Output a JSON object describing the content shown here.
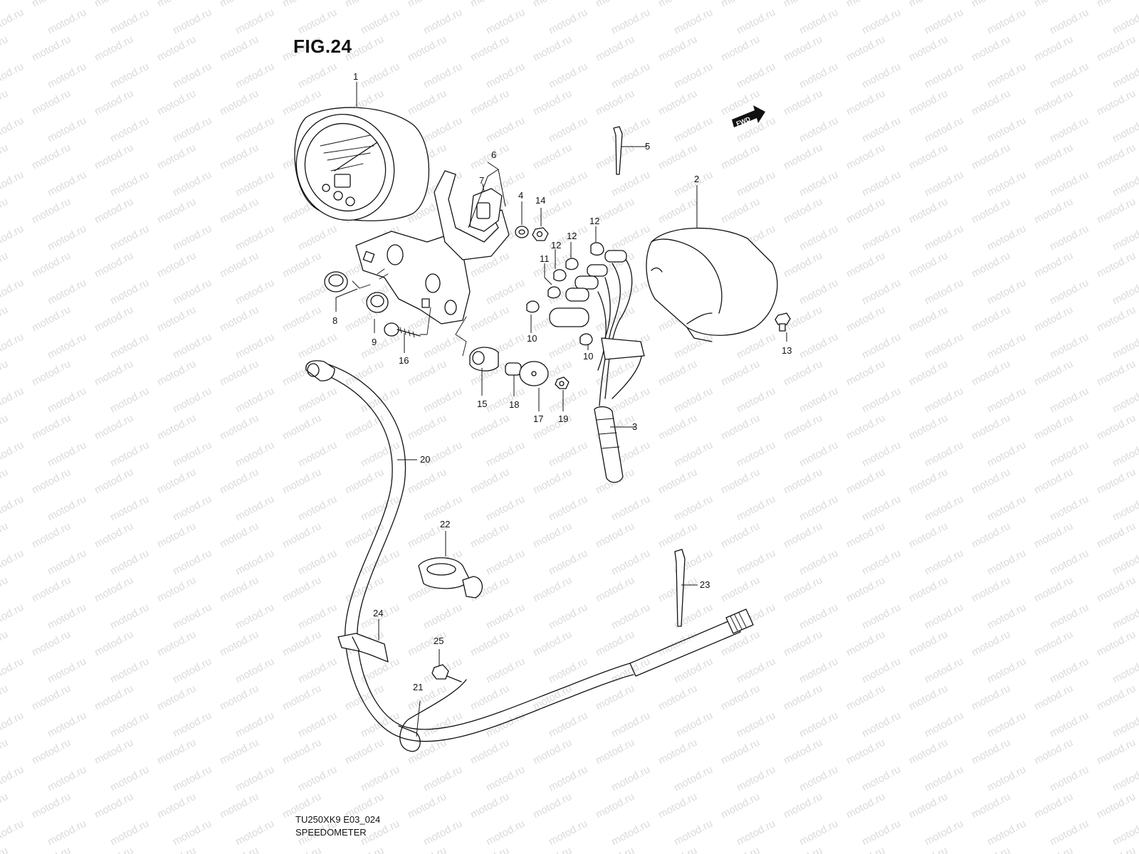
{
  "figure": {
    "title": "FIG.24",
    "model_code": "TU250XK9 E03_024",
    "section_name": "SPEEDOMETER",
    "fwd_label": "FWD"
  },
  "watermark": {
    "text": "motod.ru"
  },
  "callouts": [
    {
      "id": "1",
      "label": "1"
    },
    {
      "id": "2",
      "label": "2"
    },
    {
      "id": "3",
      "label": "3"
    },
    {
      "id": "4",
      "label": "4"
    },
    {
      "id": "5",
      "label": "5"
    },
    {
      "id": "6",
      "label": "6"
    },
    {
      "id": "7",
      "label": "7"
    },
    {
      "id": "8",
      "label": "8"
    },
    {
      "id": "9",
      "label": "9"
    },
    {
      "id": "10a",
      "label": "10"
    },
    {
      "id": "10b",
      "label": "10"
    },
    {
      "id": "11",
      "label": "11"
    },
    {
      "id": "12a",
      "label": "12"
    },
    {
      "id": "12b",
      "label": "12"
    },
    {
      "id": "12c",
      "label": "12"
    },
    {
      "id": "13",
      "label": "13"
    },
    {
      "id": "14",
      "label": "14"
    },
    {
      "id": "15",
      "label": "15"
    },
    {
      "id": "16",
      "label": "16"
    },
    {
      "id": "17",
      "label": "17"
    },
    {
      "id": "18",
      "label": "18"
    },
    {
      "id": "19",
      "label": "19"
    },
    {
      "id": "20",
      "label": "20"
    },
    {
      "id": "21",
      "label": "21"
    },
    {
      "id": "22",
      "label": "22"
    },
    {
      "id": "23",
      "label": "23"
    },
    {
      "id": "24",
      "label": "24"
    },
    {
      "id": "25",
      "label": "25"
    }
  ]
}
